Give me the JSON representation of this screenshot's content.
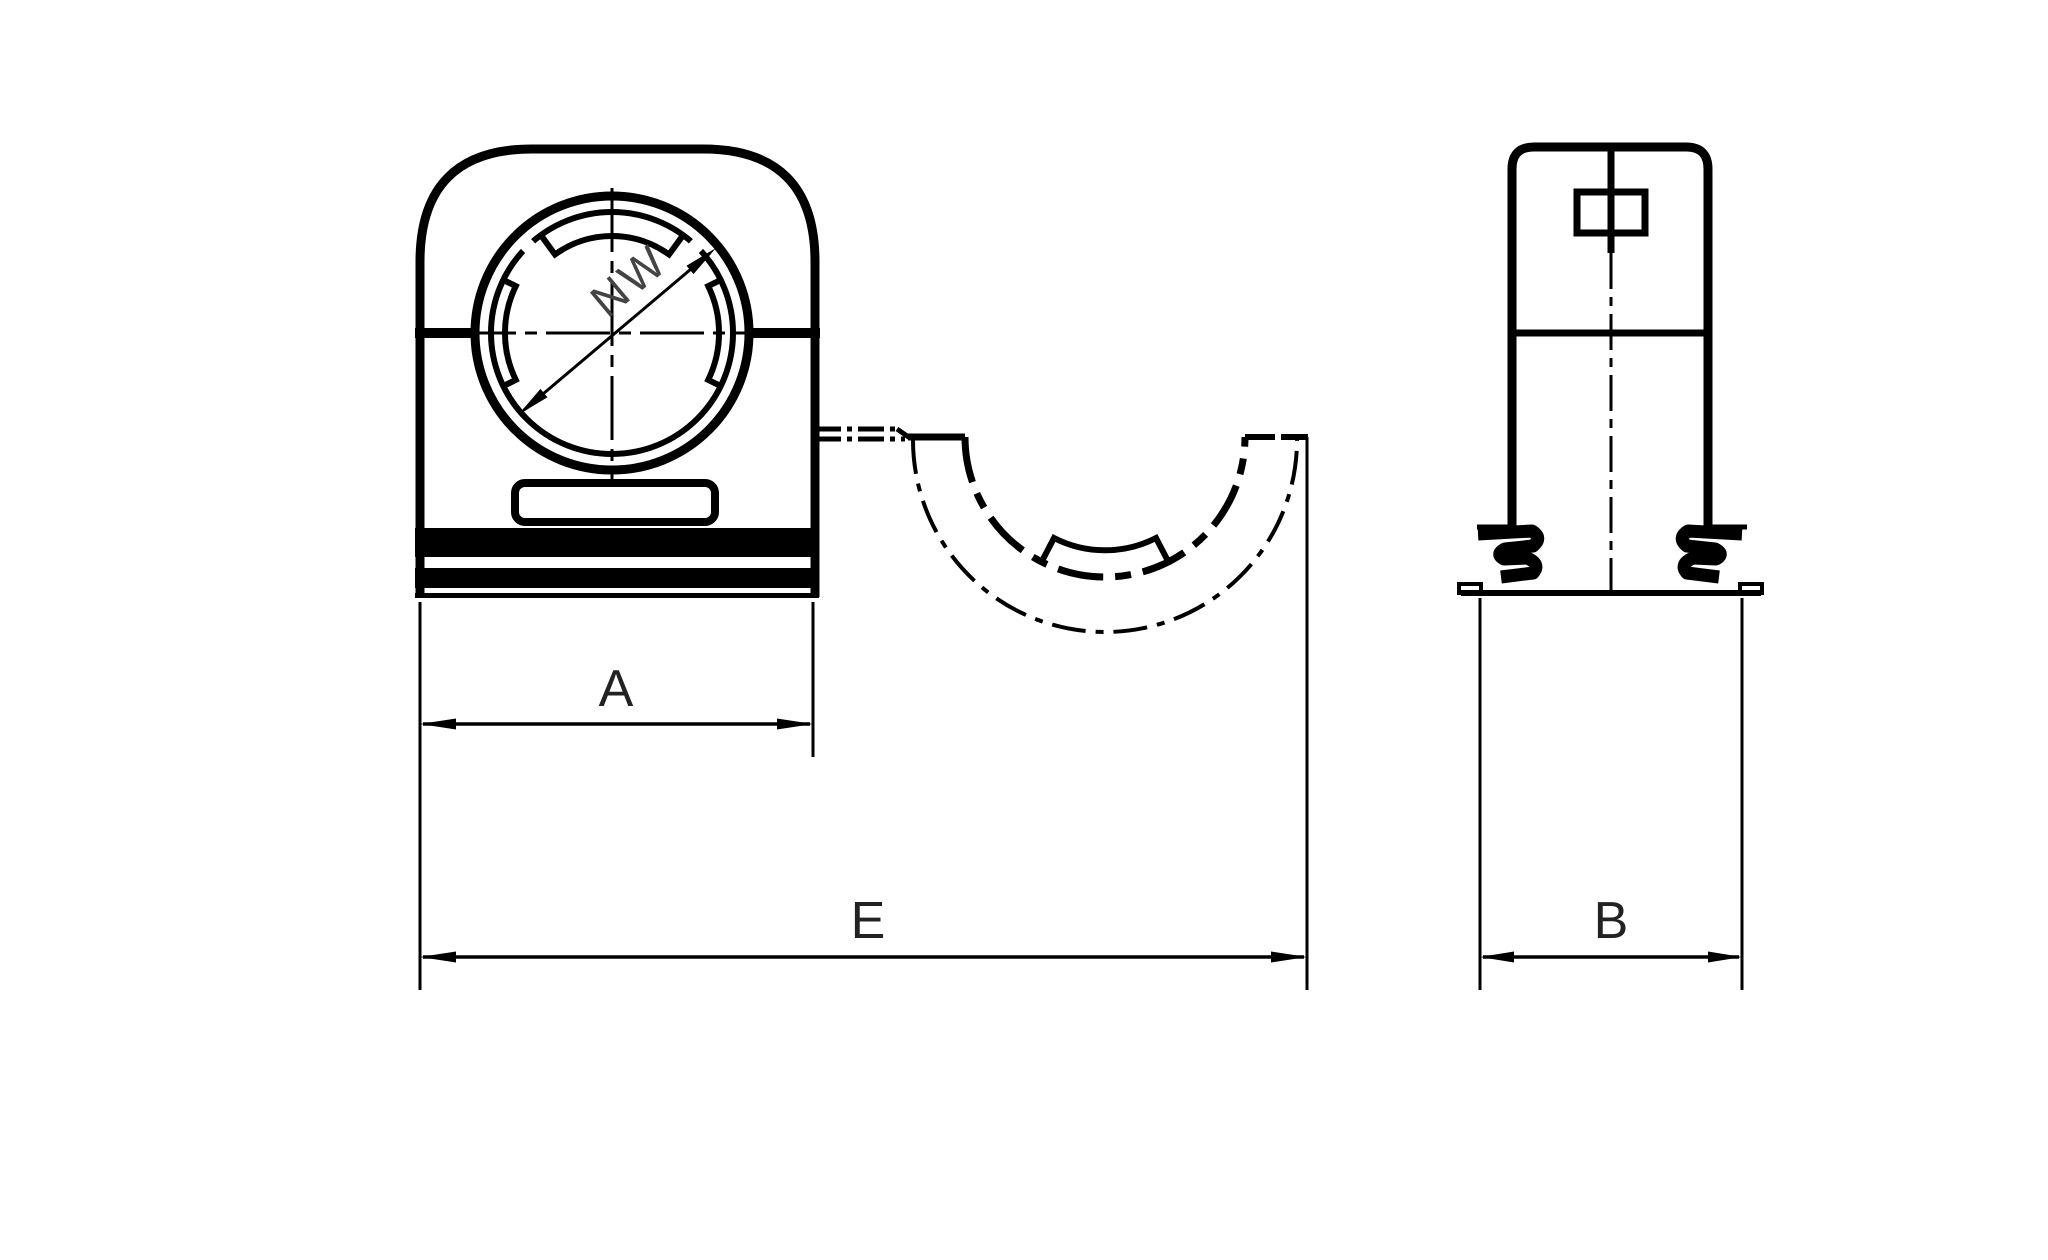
{
  "drawing": {
    "labels": {
      "nominal_diameter": "NW",
      "clamp_width": "A",
      "overall_length": "E",
      "side_width": "B"
    },
    "colors": {
      "line": "#000000",
      "background": "#ffffff",
      "dimension_text": "#222222",
      "diameter_text": "#444444"
    }
  }
}
